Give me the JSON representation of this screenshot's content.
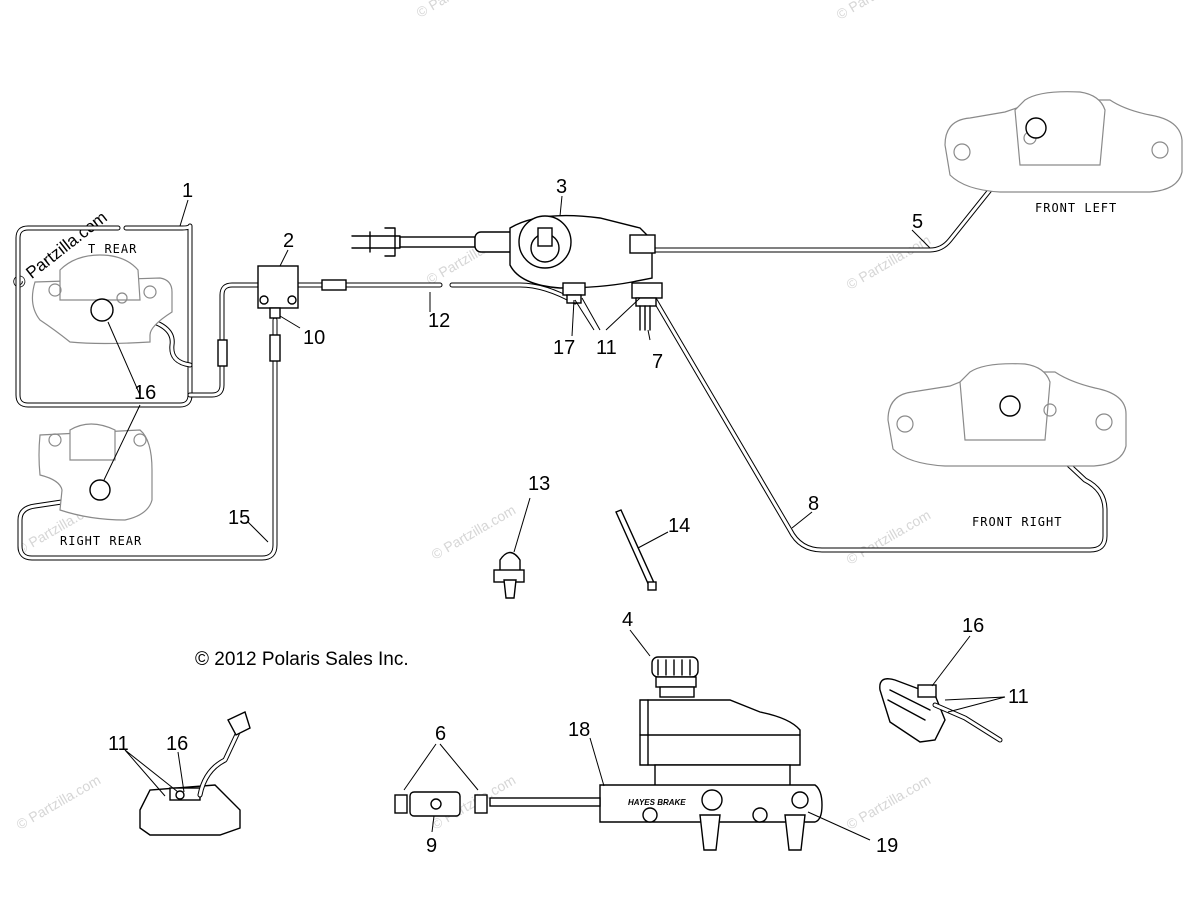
{
  "copyright": "© 2012 Polaris Sales Inc.",
  "watermark": "© Partzilla.com",
  "brand_text": "HAYES BRAKE",
  "caliper_labels": {
    "front_left": "FRONT LEFT",
    "front_right": "FRONT RIGHT",
    "left_rear": "T REAR",
    "right_rear": "RIGHT REAR"
  },
  "callouts": {
    "c1": "1",
    "c2": "2",
    "c3": "3",
    "c4": "4",
    "c5": "5",
    "c6": "6",
    "c7": "7",
    "c8": "8",
    "c9": "9",
    "c10": "10",
    "c11a": "11",
    "c11b": "11",
    "c11c": "11",
    "c12": "12",
    "c13": "13",
    "c14": "14",
    "c15": "15",
    "c16a": "16",
    "c16b": "16",
    "c16c": "16",
    "c17": "17",
    "c18": "18",
    "c19": "19"
  }
}
